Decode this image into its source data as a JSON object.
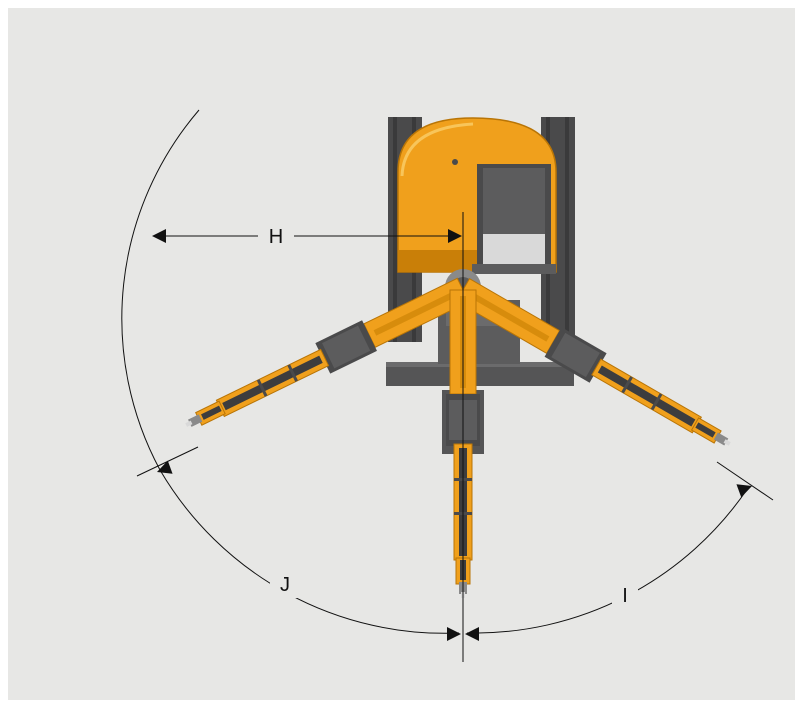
{
  "labels": {
    "h": "H",
    "i": "I",
    "j": "J"
  },
  "colors": {
    "background": "#e7e7e5",
    "machine_yellow": "#f0a01c",
    "yellow_shade": "#c97f08",
    "dark_gray": "#4a4a4b",
    "mid_gray": "#6b6b6c",
    "light_gray": "#d9d9d9",
    "line": "#111111"
  },
  "icons": {
    "arrowheads": "triangle-arrow",
    "tool": "hydraulic-breaker"
  }
}
